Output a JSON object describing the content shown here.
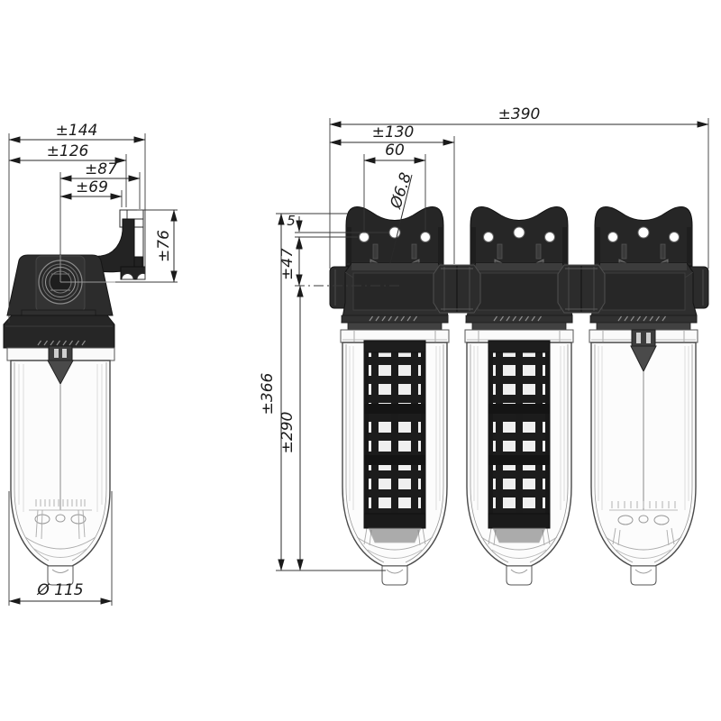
{
  "drawing_type": "technical-dimension-drawing",
  "subject": "inline water filter units (side view and 3-unit battery front view)",
  "side_view": {
    "overall_width": "±144",
    "body_width": "±126",
    "bracket_depth_outer": "±87",
    "bracket_depth_inner": "±69",
    "bracket_height": "±76",
    "bowl_diameter": "Ø 115"
  },
  "front_view": {
    "total_width": "±390",
    "unit_pitch": "±130",
    "hole_spacing": "60",
    "hole_diameter": "Ø6.8",
    "hole_vertical_offset": "5",
    "holes_to_port_axis": "±47",
    "overall_height": "±366",
    "port_axis_to_bottom": "±290"
  },
  "colors": {
    "background": "#ffffff",
    "line": "#2a2a2a",
    "head_fill": "#2d2d2d",
    "bracket_fill": "#262626",
    "bowl_fill": "#fcfcfc",
    "cartridge_fill": "#1c1c1c"
  }
}
